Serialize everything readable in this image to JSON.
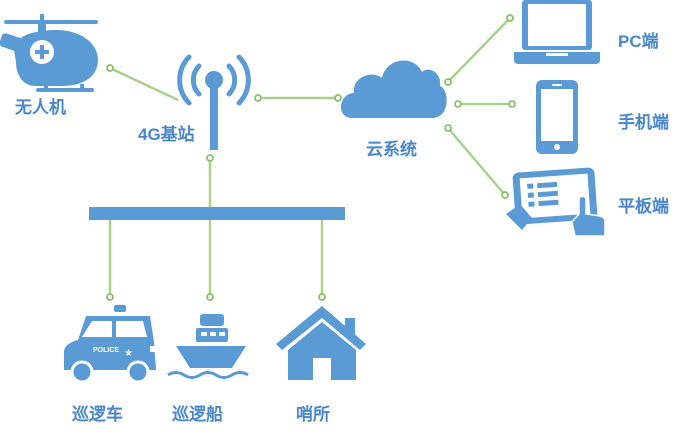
{
  "nodes": {
    "drone": "无人机",
    "base_station": "4G基站",
    "cloud": "云系统",
    "pc": "PC端",
    "phone": "手机端",
    "tablet": "平板端",
    "police_car": "巡逻车",
    "patrol_boat": "巡逻船",
    "sentry_post": "哨所"
  },
  "police_text": "POLICE",
  "colors": {
    "icon_blue": "#5b9bd5",
    "label_blue": "#4a86cb",
    "link_green": "#a9d18e",
    "dot_green": "#8bbf6a"
  }
}
